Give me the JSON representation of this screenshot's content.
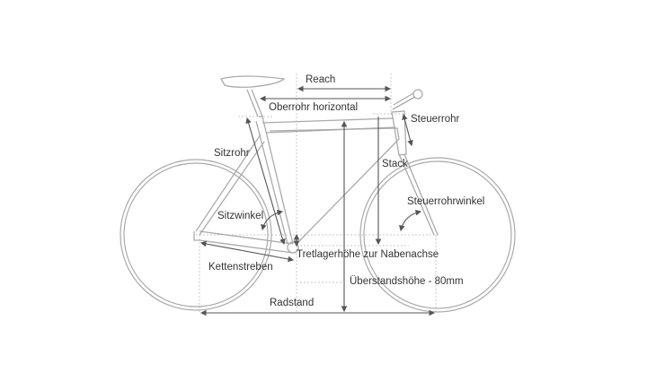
{
  "labels": {
    "reach": "Reach",
    "oberrohr": "Oberrohr horizontal",
    "steuerrohr": "Steuerrohr",
    "sitzrohr": "Sitzrohr",
    "stack": "Stack",
    "steuerrohrwinkel": "Steuerrohrwinkel",
    "sitzwinkel": "Sitzwinkel",
    "tretlager": "Tretlagerhöhe zur Nabenachse",
    "kettenstreben": "Kettenstreben",
    "ueberstand": "Überstandshöhe - 80mm",
    "radstand": "Radstand"
  },
  "colors": {
    "frame": "#aaaaaa",
    "arrow": "#555555",
    "guide": "#c8c8c8",
    "text": "#333333"
  }
}
